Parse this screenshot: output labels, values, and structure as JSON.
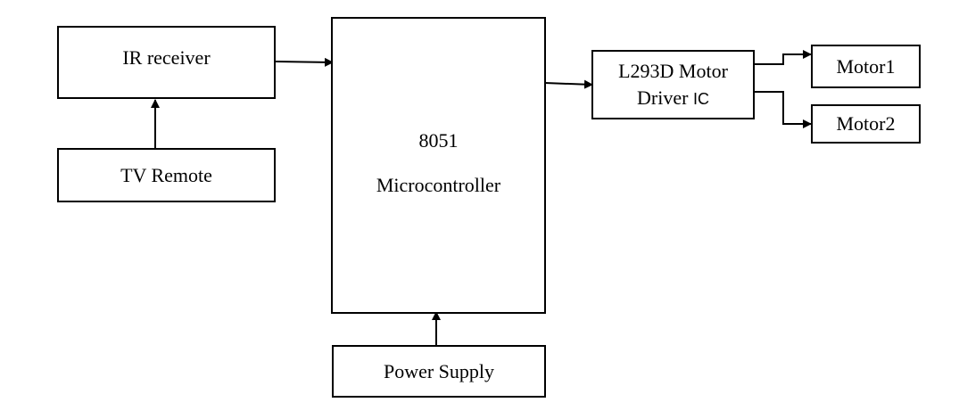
{
  "blocks": {
    "ir_receiver": "IR receiver",
    "tv_remote": "TV Remote",
    "microcontroller_line1": "8051",
    "microcontroller_line2": "Microcontroller",
    "power_supply": "Power Supply",
    "motor_driver_line1": "L293D Motor",
    "motor_driver_line2": "Driver",
    "motor_driver_suffix": "IC",
    "motor1": "Motor1",
    "motor2": "Motor2"
  }
}
